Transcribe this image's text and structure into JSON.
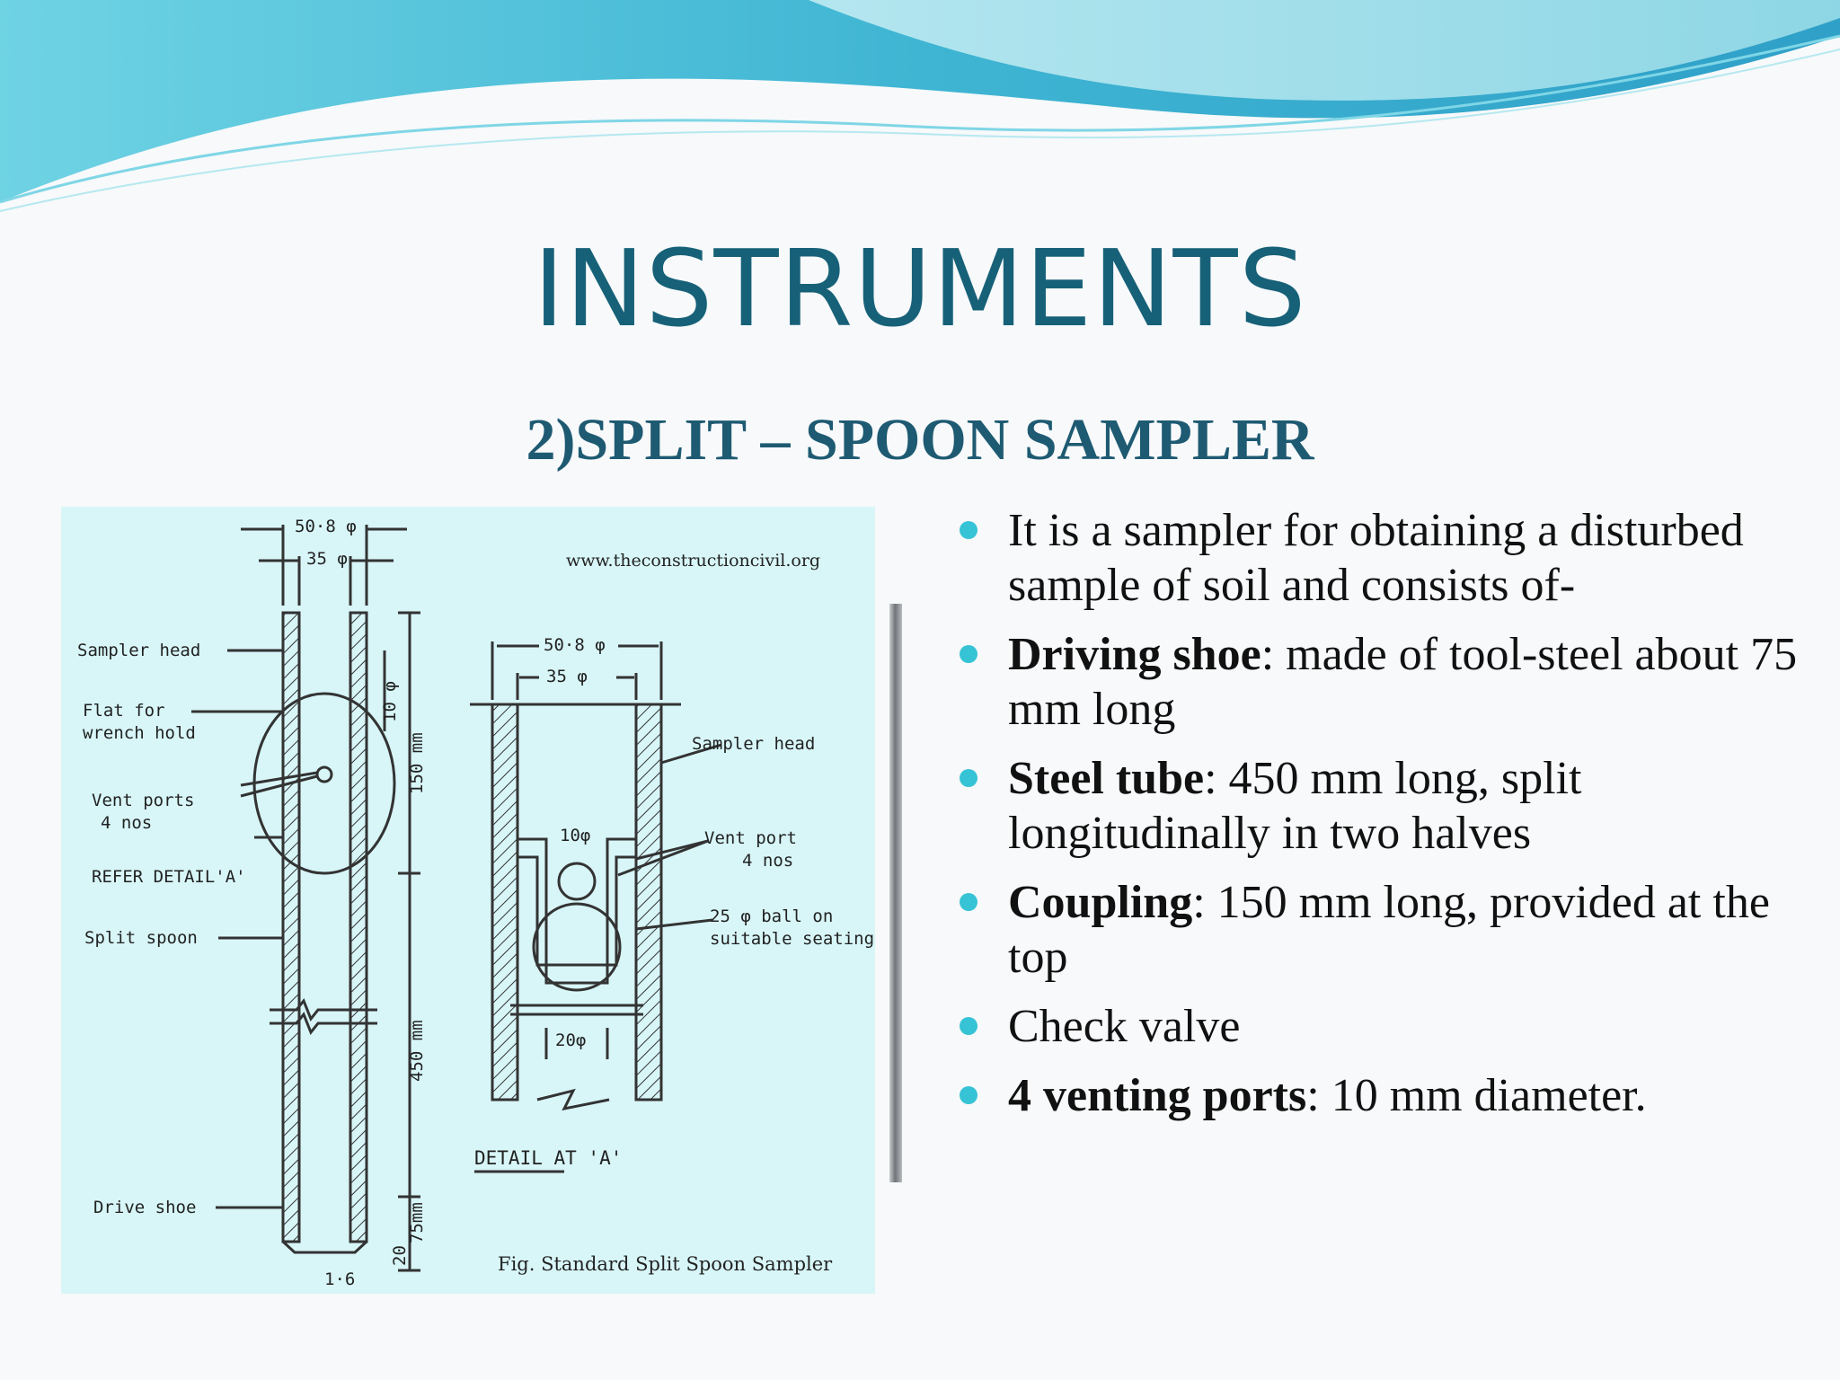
{
  "slide": {
    "title": "INSTRUMENTS",
    "subtitle": "2)SPLIT – SPOON SAMPLER"
  },
  "figure": {
    "website": "www.theconstructioncivil.org",
    "caption": "Fig. Standard Split Spoon Sampler",
    "left_labels": {
      "sampler_head": "Sampler head",
      "flat_for": "Flat for",
      "wrench_hold": "wrench hold",
      "vent_ports": "Vent ports",
      "vent_ports_nos": "4 nos",
      "refer_detail": "REFER DETAIL'A'",
      "split_spoon": "Split spoon",
      "drive_shoe": "Drive shoe"
    },
    "left_dims": {
      "outer_dia": "50·8 φ",
      "inner_dia": "35 φ",
      "port_dia": "10 φ",
      "head_len": "150 mm",
      "tube_len": "450 mm",
      "shoe_len": "75mm",
      "shoe_tip": "20",
      "wall": "1·6"
    },
    "detail": {
      "outer_dia": "50·8 φ",
      "inner_dia": "35 φ",
      "sampler_head": "Sampler head",
      "port_dia": "10φ",
      "vent_port": "Vent port",
      "vent_port_nos": "4 nos",
      "ball": "25 φ ball on",
      "seating": "suitable seating",
      "seat_dia": "20φ",
      "title": "DETAIL AT 'A'"
    }
  },
  "bullets": [
    {
      "bold": "",
      "text": "It is a sampler for obtaining a disturbed sample of soil and consists of-"
    },
    {
      "bold": "Driving shoe",
      "text": ": made of tool-steel about  75 mm long"
    },
    {
      "bold": "Steel tube",
      "text": ": 450 mm long, split longitudinally in two halves"
    },
    {
      "bold": "Coupling",
      "text": ": 150 mm long, provided at the top"
    },
    {
      "bold": "",
      "text": "Check valve"
    },
    {
      "bold": "4 venting ports",
      "text": ": 10 mm diameter."
    }
  ],
  "colors": {
    "title": "#176178",
    "subtitle": "#1e5a72",
    "bullet_dot": "#37c3d6",
    "figure_bg": "#d8f6f8"
  }
}
